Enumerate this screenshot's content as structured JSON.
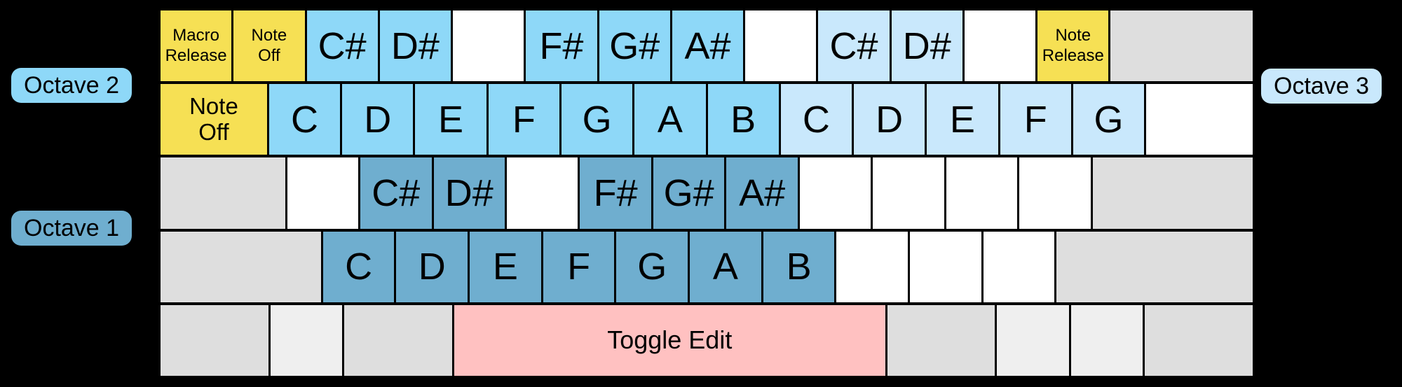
{
  "palette": {
    "background": "#000000",
    "octave1": "#6FAECF",
    "octave2": "#8ED8F8",
    "octave3": "#C9E8FC",
    "action_yellow": "#F6E054",
    "edit_pink": "#FFC1C1",
    "unused_gray": "#DEDEDE",
    "unused_gray_light": "#EFEFEF",
    "blank_white": "#FFFFFF",
    "key_text": "#000000"
  },
  "labels": {
    "octave2": "Octave 2",
    "octave1": "Octave 1",
    "octave3": "Octave 3"
  },
  "keyboard": {
    "rows": [
      {
        "name": "number-row",
        "keys": [
          {
            "name": "macro-release",
            "label": "Macro\nRelease",
            "color": "action_yellow",
            "w": 1,
            "size": "small"
          },
          {
            "name": "note-off",
            "label": "Note\nOff",
            "color": "action_yellow",
            "w": 1,
            "size": "small"
          },
          {
            "name": "c-sharp-2",
            "label": "C#",
            "color": "octave2",
            "w": 1,
            "size": "large"
          },
          {
            "name": "d-sharp-2",
            "label": "D#",
            "color": "octave2",
            "w": 1,
            "size": "large"
          },
          {
            "name": "blank",
            "label": "",
            "color": "blank_white",
            "w": 1
          },
          {
            "name": "f-sharp-2",
            "label": "F#",
            "color": "octave2",
            "w": 1,
            "size": "large"
          },
          {
            "name": "g-sharp-2",
            "label": "G#",
            "color": "octave2",
            "w": 1,
            "size": "large"
          },
          {
            "name": "a-sharp-2",
            "label": "A#",
            "color": "octave2",
            "w": 1,
            "size": "large"
          },
          {
            "name": "blank",
            "label": "",
            "color": "blank_white",
            "w": 1
          },
          {
            "name": "c-sharp-3",
            "label": "C#",
            "color": "octave3",
            "w": 1,
            "size": "large"
          },
          {
            "name": "d-sharp-3",
            "label": "D#",
            "color": "octave3",
            "w": 1,
            "size": "large"
          },
          {
            "name": "blank",
            "label": "",
            "color": "blank_white",
            "w": 1
          },
          {
            "name": "note-release",
            "label": "Note\nRelease",
            "color": "action_yellow",
            "w": 1,
            "size": "small"
          },
          {
            "name": "unused",
            "label": "",
            "color": "unused_gray",
            "w": 2
          }
        ]
      },
      {
        "name": "qwerty-row",
        "keys": [
          {
            "name": "note-off-tab",
            "label": "Note\nOff",
            "color": "action_yellow",
            "w": 1.5,
            "size": "medium"
          },
          {
            "name": "c-2",
            "label": "C",
            "color": "octave2",
            "w": 1,
            "size": "large"
          },
          {
            "name": "d-2",
            "label": "D",
            "color": "octave2",
            "w": 1,
            "size": "large"
          },
          {
            "name": "e-2",
            "label": "E",
            "color": "octave2",
            "w": 1,
            "size": "large"
          },
          {
            "name": "f-2",
            "label": "F",
            "color": "octave2",
            "w": 1,
            "size": "large"
          },
          {
            "name": "g-2",
            "label": "G",
            "color": "octave2",
            "w": 1,
            "size": "large"
          },
          {
            "name": "a-2",
            "label": "A",
            "color": "octave2",
            "w": 1,
            "size": "large"
          },
          {
            "name": "b-2",
            "label": "B",
            "color": "octave2",
            "w": 1,
            "size": "large"
          },
          {
            "name": "c-3",
            "label": "C",
            "color": "octave3",
            "w": 1,
            "size": "large"
          },
          {
            "name": "d-3",
            "label": "D",
            "color": "octave3",
            "w": 1,
            "size": "large"
          },
          {
            "name": "e-3",
            "label": "E",
            "color": "octave3",
            "w": 1,
            "size": "large"
          },
          {
            "name": "f-3",
            "label": "F",
            "color": "octave3",
            "w": 1,
            "size": "large"
          },
          {
            "name": "g-3",
            "label": "G",
            "color": "octave3",
            "w": 1,
            "size": "large"
          },
          {
            "name": "blank",
            "label": "",
            "color": "blank_white",
            "w": 1.5
          }
        ]
      },
      {
        "name": "home-row",
        "keys": [
          {
            "name": "unused",
            "label": "",
            "color": "unused_gray",
            "w": 1.75
          },
          {
            "name": "blank",
            "label": "",
            "color": "blank_white",
            "w": 1
          },
          {
            "name": "c-sharp-1",
            "label": "C#",
            "color": "octave1",
            "w": 1,
            "size": "large"
          },
          {
            "name": "d-sharp-1",
            "label": "D#",
            "color": "octave1",
            "w": 1,
            "size": "large"
          },
          {
            "name": "blank",
            "label": "",
            "color": "blank_white",
            "w": 1
          },
          {
            "name": "f-sharp-1",
            "label": "F#",
            "color": "octave1",
            "w": 1,
            "size": "large"
          },
          {
            "name": "g-sharp-1",
            "label": "G#",
            "color": "octave1",
            "w": 1,
            "size": "large"
          },
          {
            "name": "a-sharp-1",
            "label": "A#",
            "color": "octave1",
            "w": 1,
            "size": "large"
          },
          {
            "name": "blank",
            "label": "",
            "color": "blank_white",
            "w": 1
          },
          {
            "name": "blank",
            "label": "",
            "color": "blank_white",
            "w": 1
          },
          {
            "name": "blank",
            "label": "",
            "color": "blank_white",
            "w": 1
          },
          {
            "name": "blank",
            "label": "",
            "color": "blank_white",
            "w": 1
          },
          {
            "name": "unused",
            "label": "",
            "color": "unused_gray",
            "w": 2.25
          }
        ]
      },
      {
        "name": "shift-row",
        "keys": [
          {
            "name": "unused",
            "label": "",
            "color": "unused_gray",
            "w": 2.25
          },
          {
            "name": "c-1",
            "label": "C",
            "color": "octave1",
            "w": 1,
            "size": "large"
          },
          {
            "name": "d-1",
            "label": "D",
            "color": "octave1",
            "w": 1,
            "size": "large"
          },
          {
            "name": "e-1",
            "label": "E",
            "color": "octave1",
            "w": 1,
            "size": "large"
          },
          {
            "name": "f-1",
            "label": "F",
            "color": "octave1",
            "w": 1,
            "size": "large"
          },
          {
            "name": "g-1",
            "label": "G",
            "color": "octave1",
            "w": 1,
            "size": "large"
          },
          {
            "name": "a-1",
            "label": "A",
            "color": "octave1",
            "w": 1,
            "size": "large"
          },
          {
            "name": "b-1",
            "label": "B",
            "color": "octave1",
            "w": 1,
            "size": "large"
          },
          {
            "name": "blank",
            "label": "",
            "color": "blank_white",
            "w": 1
          },
          {
            "name": "blank",
            "label": "",
            "color": "blank_white",
            "w": 1
          },
          {
            "name": "blank",
            "label": "",
            "color": "blank_white",
            "w": 1
          },
          {
            "name": "unused",
            "label": "",
            "color": "unused_gray",
            "w": 2.75
          }
        ]
      },
      {
        "name": "bottom-row",
        "keys": [
          {
            "name": "unused",
            "label": "",
            "color": "unused_gray",
            "w": 1.5
          },
          {
            "name": "unused-light",
            "label": "",
            "color": "unused_gray_light",
            "w": 1
          },
          {
            "name": "unused",
            "label": "",
            "color": "unused_gray",
            "w": 1.5
          },
          {
            "name": "toggle-edit",
            "label": "Toggle Edit",
            "color": "edit_pink",
            "w": 6,
            "size": "toggle"
          },
          {
            "name": "unused",
            "label": "",
            "color": "unused_gray",
            "w": 1.5
          },
          {
            "name": "unused-light",
            "label": "",
            "color": "unused_gray_light",
            "w": 1
          },
          {
            "name": "unused-light",
            "label": "",
            "color": "unused_gray_light",
            "w": 1
          },
          {
            "name": "unused",
            "label": "",
            "color": "unused_gray",
            "w": 1.5
          }
        ]
      }
    ]
  }
}
